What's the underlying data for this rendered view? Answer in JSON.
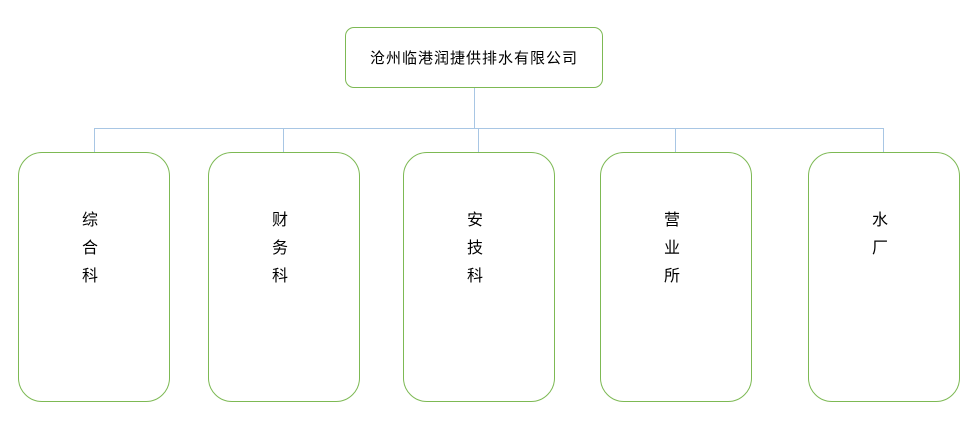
{
  "root": {
    "label": "沧州临港润捷供排水有限公司"
  },
  "departments": [
    {
      "label": "综合科"
    },
    {
      "label": "财务科"
    },
    {
      "label": "安技科"
    },
    {
      "label": "营业所"
    },
    {
      "label": "水厂"
    }
  ],
  "colors": {
    "box_border": "#7db954",
    "connector": "#a8c6e4"
  }
}
